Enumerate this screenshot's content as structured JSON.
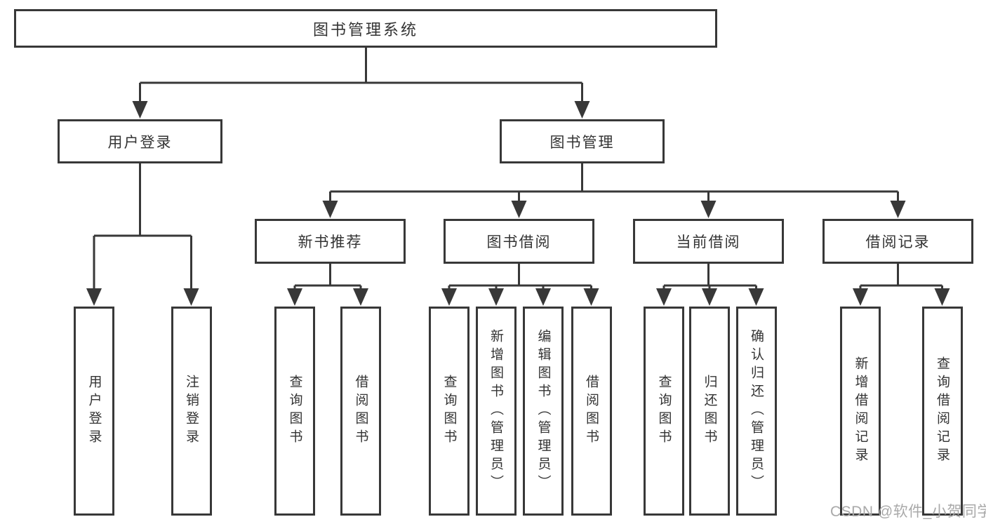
{
  "tree": {
    "label": "图书管理系统",
    "children": [
      {
        "label": "用户登录",
        "children": [
          {
            "label": "用户登录"
          },
          {
            "label": "注销登录"
          }
        ]
      },
      {
        "label": "图书管理",
        "children": [
          {
            "label": "新书推荐",
            "children": [
              {
                "label": "查询图书"
              },
              {
                "label": "借阅图书"
              }
            ]
          },
          {
            "label": "图书借阅",
            "children": [
              {
                "label": "查询图书"
              },
              {
                "label": "新增图书（管理员）"
              },
              {
                "label": "编辑图书（管理员）"
              },
              {
                "label": "借阅图书"
              }
            ]
          },
          {
            "label": "当前借阅",
            "children": [
              {
                "label": "查询图书"
              },
              {
                "label": "归还图书"
              },
              {
                "label": "确认归还（管理员）"
              }
            ]
          },
          {
            "label": "借阅记录",
            "children": [
              {
                "label": "新增借阅记录"
              },
              {
                "label": "查询借阅记录"
              }
            ]
          }
        ]
      }
    ]
  },
  "watermark": {
    "text": "CSDN @软件_小贺同学"
  },
  "colors": {
    "line": "#383838",
    "text": "#333333",
    "watermark": "#a9a9a9",
    "background": "#ffffff"
  }
}
